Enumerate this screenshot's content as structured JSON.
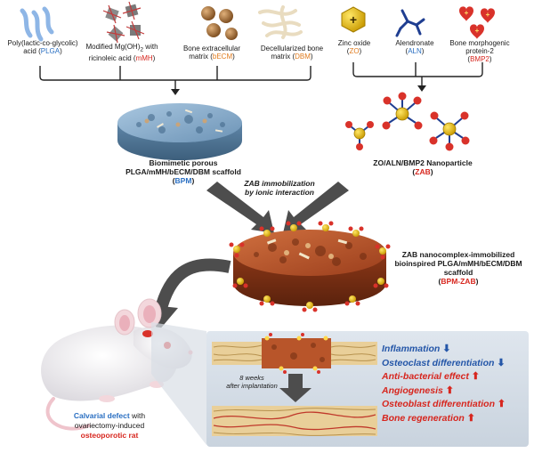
{
  "top_materials": [
    {
      "line1": "Poly(lactic-co-glycolic)",
      "line2": "acid (",
      "code": "PLGA",
      "tail": ")"
    },
    {
      "line1": "Modified Mg(OH)",
      "sub": "2",
      "line1b": " with",
      "line2": "ricinoleic acid (",
      "code": "mMH",
      "tail": ")"
    },
    {
      "line1": "Bone extracellular",
      "line2": "matrix (",
      "code": "bECM",
      "tail": ")"
    },
    {
      "line1": "Decellularized bone",
      "line2": "matrix (",
      "code": "DBM",
      "tail": ")"
    },
    {
      "line1": "Zinc oxide",
      "line2": "(",
      "code": "ZO",
      "tail": ")"
    },
    {
      "line1": "Alendronate",
      "line2": "(",
      "code": "ALN",
      "tail": ")"
    },
    {
      "line1": "Bone morphogenic",
      "line2": "protein-2",
      "line3": "(",
      "code": "BMP2",
      "tail": ")"
    }
  ],
  "bpm": {
    "line1": "Biomimetic porous",
    "line2": "PLGA/mMH/bECM/DBM scaffold",
    "code": "BPM"
  },
  "zab": {
    "line1": "ZO/ALN/BMP2 Nanoparticle",
    "code": "ZAB"
  },
  "immobilization": {
    "line1": "ZAB immobilization",
    "line2": "by ionic interaction"
  },
  "bpm_zab": {
    "line1": "ZAB nanocomplex-immobilized",
    "line2": "bioinspired PLGA/mMH/bECM/DBM",
    "line3": "scaffold",
    "code": "BPM-ZAB"
  },
  "rat": {
    "line1a": "Calvarial defect",
    "line1b": " with",
    "line2": "ovariectomy-induced",
    "line3": "osteoporotic rat"
  },
  "implant": {
    "line1": "8 weeks",
    "line2": "after implantation"
  },
  "effects": [
    {
      "label": "Inflammation",
      "dir": "down",
      "arrow": "⬇"
    },
    {
      "label": "Osteoclast differentiation",
      "dir": "down",
      "arrow": "⬇"
    },
    {
      "label": "Anti-bacterial effect",
      "dir": "up",
      "arrow": "⬆"
    },
    {
      "label": "Angiogenesis",
      "dir": "up",
      "arrow": "⬆"
    },
    {
      "label": "Osteoblast differentiation",
      "dir": "up",
      "arrow": "⬆"
    },
    {
      "label": "Bone regeneration",
      "dir": "up",
      "arrow": "⬆"
    }
  ],
  "zo_symbol": "+",
  "colors": {
    "blue": "#2a6fc2",
    "orange": "#e07b1d",
    "red": "#d7261e",
    "scaffold": "#b5522a",
    "bpm": "#7fa6c7"
  }
}
